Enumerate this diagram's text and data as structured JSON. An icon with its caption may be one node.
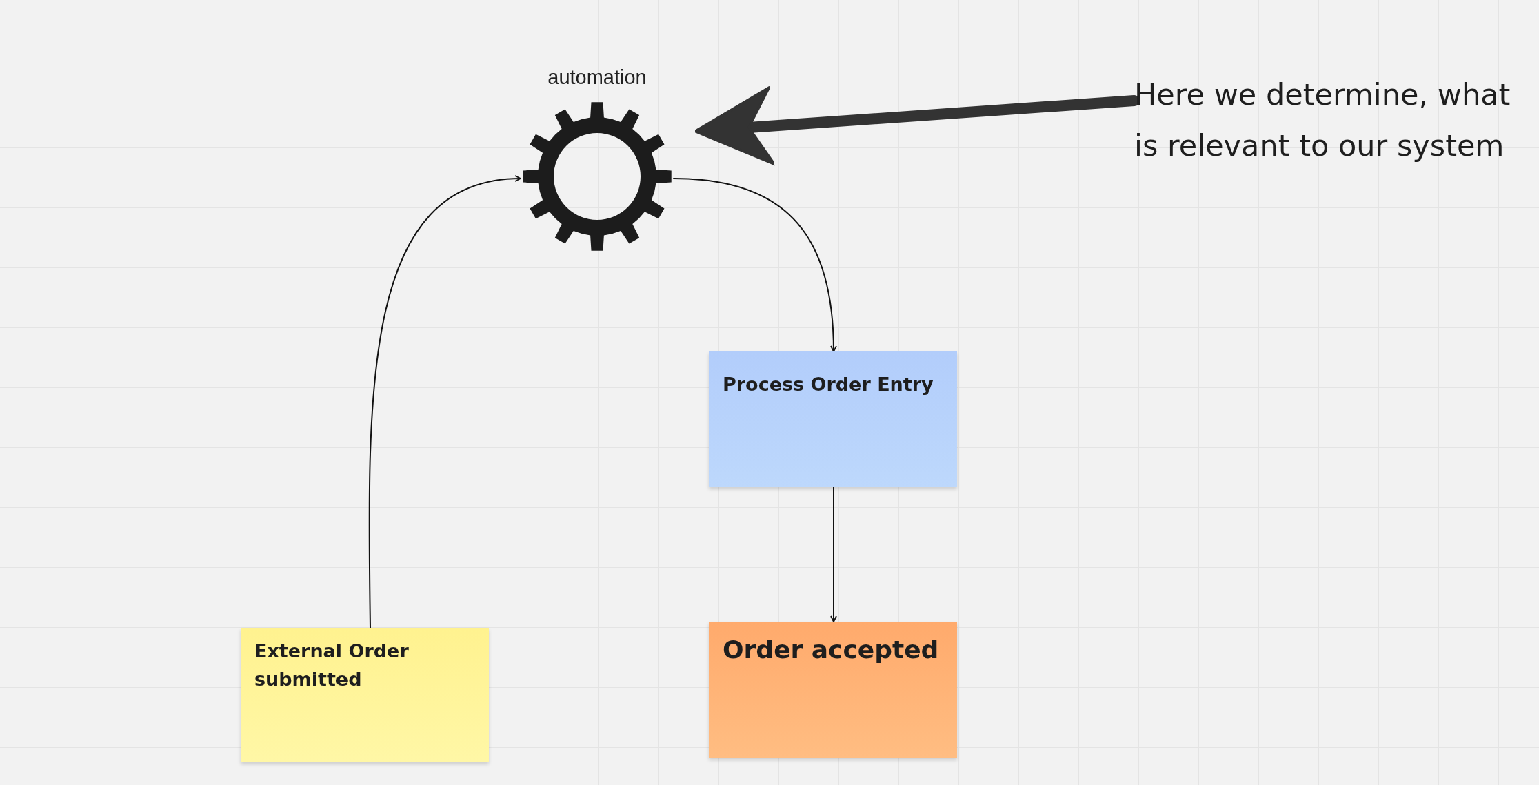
{
  "diagram": {
    "nodes": [
      {
        "text": [
          "automation"
        ]
      },
      {
        "text": [
          "Here we determine, what is relevant to our system"
        ]
      },
      {
        "text": [
          "Process Order Entry"
        ]
      },
      {
        "text": [
          "Order accepted"
        ]
      },
      {
        "text": [
          "External Order submitted"
        ]
      }
    ],
    "edges": [
      {
        "from": 4,
        "to": 0,
        "arrow": "to"
      },
      {
        "from": 0,
        "to": 2,
        "arrow": "to"
      },
      {
        "from": 2,
        "to": 3,
        "arrow": "to"
      },
      {
        "from": 1,
        "to": 0,
        "arrow": "to",
        "style": "thick",
        "color": "#333333"
      }
    ]
  }
}
